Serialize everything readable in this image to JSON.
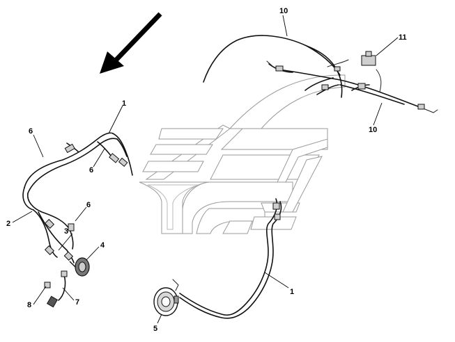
{
  "callouts": [
    {
      "id": "c10a",
      "text": "10"
    },
    {
      "id": "c11",
      "text": "11"
    },
    {
      "id": "c10b",
      "text": "10"
    },
    {
      "id": "c1a",
      "text": "1"
    },
    {
      "id": "c6a",
      "text": "6"
    },
    {
      "id": "c6b",
      "text": "6"
    },
    {
      "id": "c6c",
      "text": "6"
    },
    {
      "id": "c2",
      "text": "2"
    },
    {
      "id": "c3",
      "text": "3"
    },
    {
      "id": "c4",
      "text": "4"
    },
    {
      "id": "c8",
      "text": "8"
    },
    {
      "id": "c7",
      "text": "7"
    },
    {
      "id": "c1b",
      "text": "1"
    },
    {
      "id": "c5",
      "text": "5"
    }
  ],
  "colors": {
    "line": "#111111",
    "panel_outline": "#9a9a9a",
    "background": "#ffffff"
  },
  "icons": [
    "direction-arrow-icon"
  ]
}
